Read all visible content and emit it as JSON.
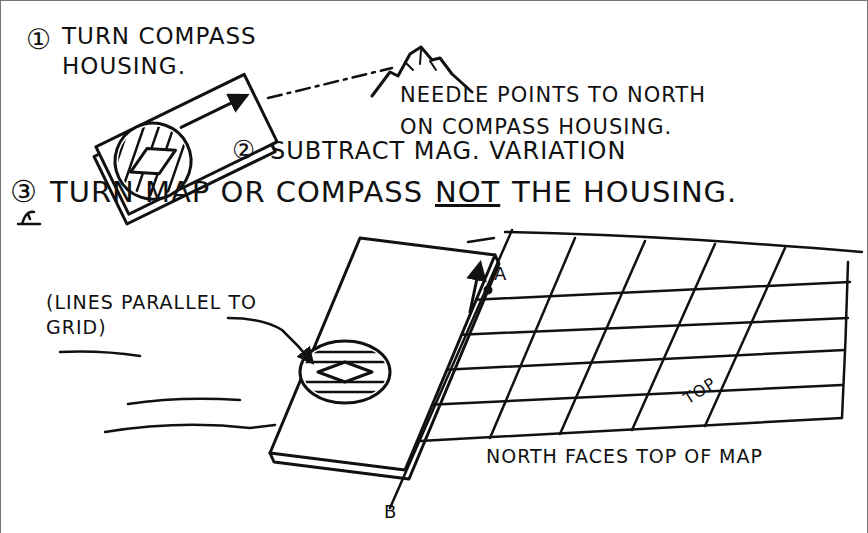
{
  "diagram": {
    "labels": [
      "①",
      "TURN COMPASS HOUSING.",
      "NEEDLE POINTS TO NORTH ON COMPASS HOUSING.",
      "②",
      "SUBTRACT MAG. VARIATION",
      "③",
      "TURN MAP OR COMPASS",
      "NOT",
      "THE HOUSING.",
      "A",
      "(LINES PARALLEL TO GRID)",
      "TOP",
      "NORTH FACES TOP OF MAP",
      "B"
    ]
  }
}
